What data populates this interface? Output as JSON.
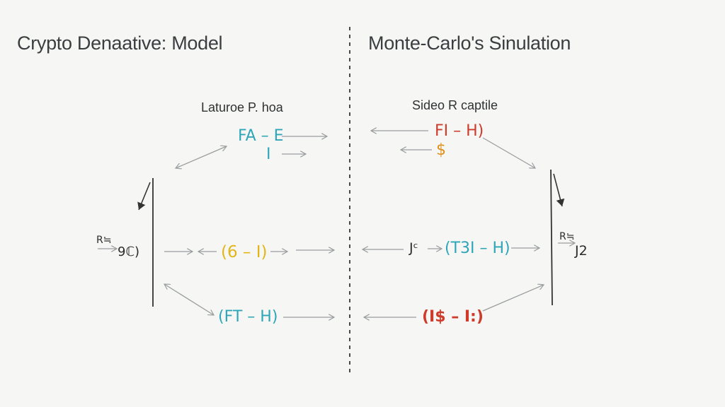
{
  "colors": {
    "background": "#f6f7f5",
    "cyan": "#2fa5b8",
    "yellow": "#e2b519",
    "red": "#cf3b2b",
    "orange": "#e0901c",
    "arrow": "#9a9d9f",
    "divider": "#4a4a4a"
  },
  "left_panel": {
    "title": "Crypto Denaative: Model",
    "subtitle": "Laturoe P. hoa",
    "nodes": {
      "top_main": "FA – E",
      "top_sub": "I",
      "side_label": "R≒",
      "side_value": "9ℂ)",
      "mid": "(6 – I)",
      "bottom": "(FT – H)"
    }
  },
  "right_panel": {
    "title": "Monte-Carlo's Sinulation",
    "subtitle": "Sideo R captile",
    "nodes": {
      "top_main": "FI – H)",
      "top_sub": "$",
      "mid_prefix": "Jᶜ",
      "mid": "(T3I – H)",
      "bottom": "(I$ – I:)",
      "side_label": "R≒",
      "side_value": "J2"
    }
  }
}
